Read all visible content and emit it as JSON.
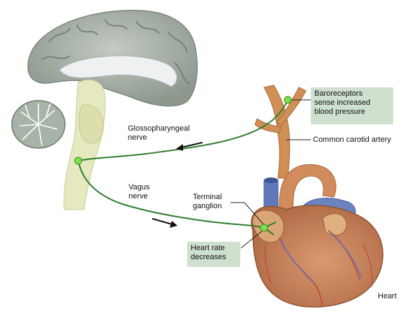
{
  "labels": {
    "baroreceptors": [
      "Baroreceptors",
      "sense increased",
      "blood pressure"
    ],
    "glossopharyngeal": [
      "Glossopharyngeal",
      "nerve"
    ],
    "carotid": "Common carotid artery",
    "vagus": [
      "Vagus",
      "nerve"
    ],
    "terminal": [
      "Terminal",
      "ganglion"
    ],
    "heart_rate": [
      "Heart rate",
      "decreases"
    ],
    "heart": "Heart"
  },
  "colors": {
    "nerve": "#2e7d2e",
    "node": "#7ee04a",
    "label_box": "#cfe0cf",
    "brain_gray": "#9aa59a",
    "brainstem": "#e6e8bf",
    "heart": "#c9835a",
    "vessel_blue": "#5e78b8",
    "artery": "#cf8f55"
  }
}
